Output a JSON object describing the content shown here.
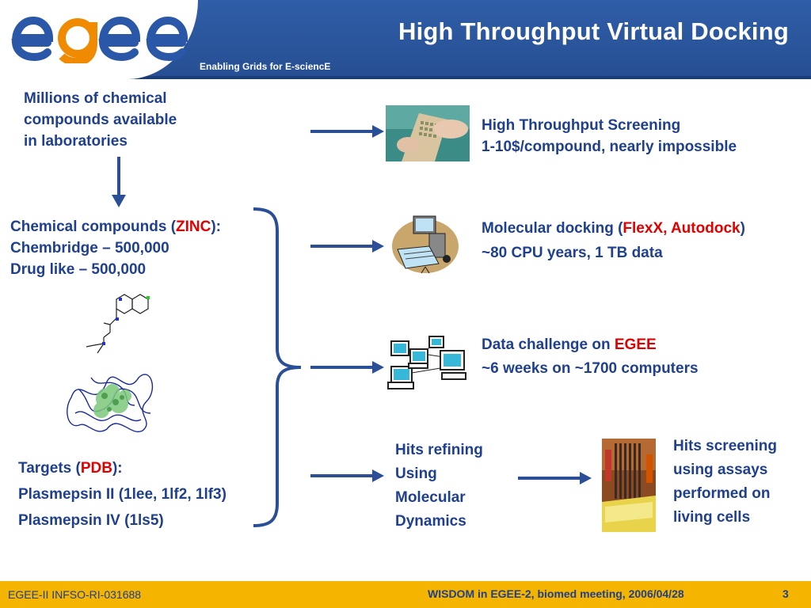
{
  "header": {
    "title": "High Throughput Virtual Docking",
    "tagline": "Enabling Grids for E-sciencE",
    "logo_text": "egee",
    "logo_icon": "egee-logo-icon"
  },
  "top_left": {
    "line1": "Millions of chemical",
    "line2": "compounds available",
    "line3": "in laboratories"
  },
  "screening": {
    "line1": "High Throughput Screening",
    "line2": "1-10$/compound, nearly impossible",
    "icon": "lab-screening-photo"
  },
  "chemical": {
    "prefix": "Chemical compounds (",
    "highlight": "ZINC",
    "suffix": "):",
    "line2": "Chembridge – 500,000",
    "line3": "Drug like – 500,000",
    "molecule_icon": "molecule-structure-icon",
    "protein_icon": "protein-structure-icon"
  },
  "docking": {
    "prefix": "Molecular docking (",
    "highlight": "FlexX, Autodock",
    "suffix": ")",
    "line2": "~80 CPU years, 1 TB data",
    "icon": "computer-workstation-icon"
  },
  "challenge": {
    "prefix": "Data challenge on ",
    "highlight": "EGEE",
    "line2": "~6 weeks on ~1700 computers",
    "icon": "computer-grid-icon"
  },
  "targets": {
    "prefix": "Targets (",
    "highlight": "PDB",
    "suffix": "):",
    "line2": "Plasmepsin II (1lee, 1lf2, 1lf3)",
    "line3": "Plasmepsin IV (1ls5)"
  },
  "refining": {
    "line1": "Hits refining",
    "line2": "Using",
    "line3": "Molecular",
    "line4": "Dynamics"
  },
  "hits_screening": {
    "line1": "Hits screening",
    "line2": "using assays",
    "line3": "performed on",
    "line4": "living cells",
    "icon": "lab-assay-photo"
  },
  "footer": {
    "left": "EGEE-II INFSO-RI-031688",
    "center": "WISDOM in EGEE-2, biomed meeting, 2006/04/28",
    "page": "3"
  },
  "colors": {
    "header_blue": "#2f5ea8",
    "text_blue": "#1f3f8f",
    "highlight_red": "#e00000",
    "footer_yellow": "#f4b400",
    "logo_orange": "#f08a00"
  }
}
